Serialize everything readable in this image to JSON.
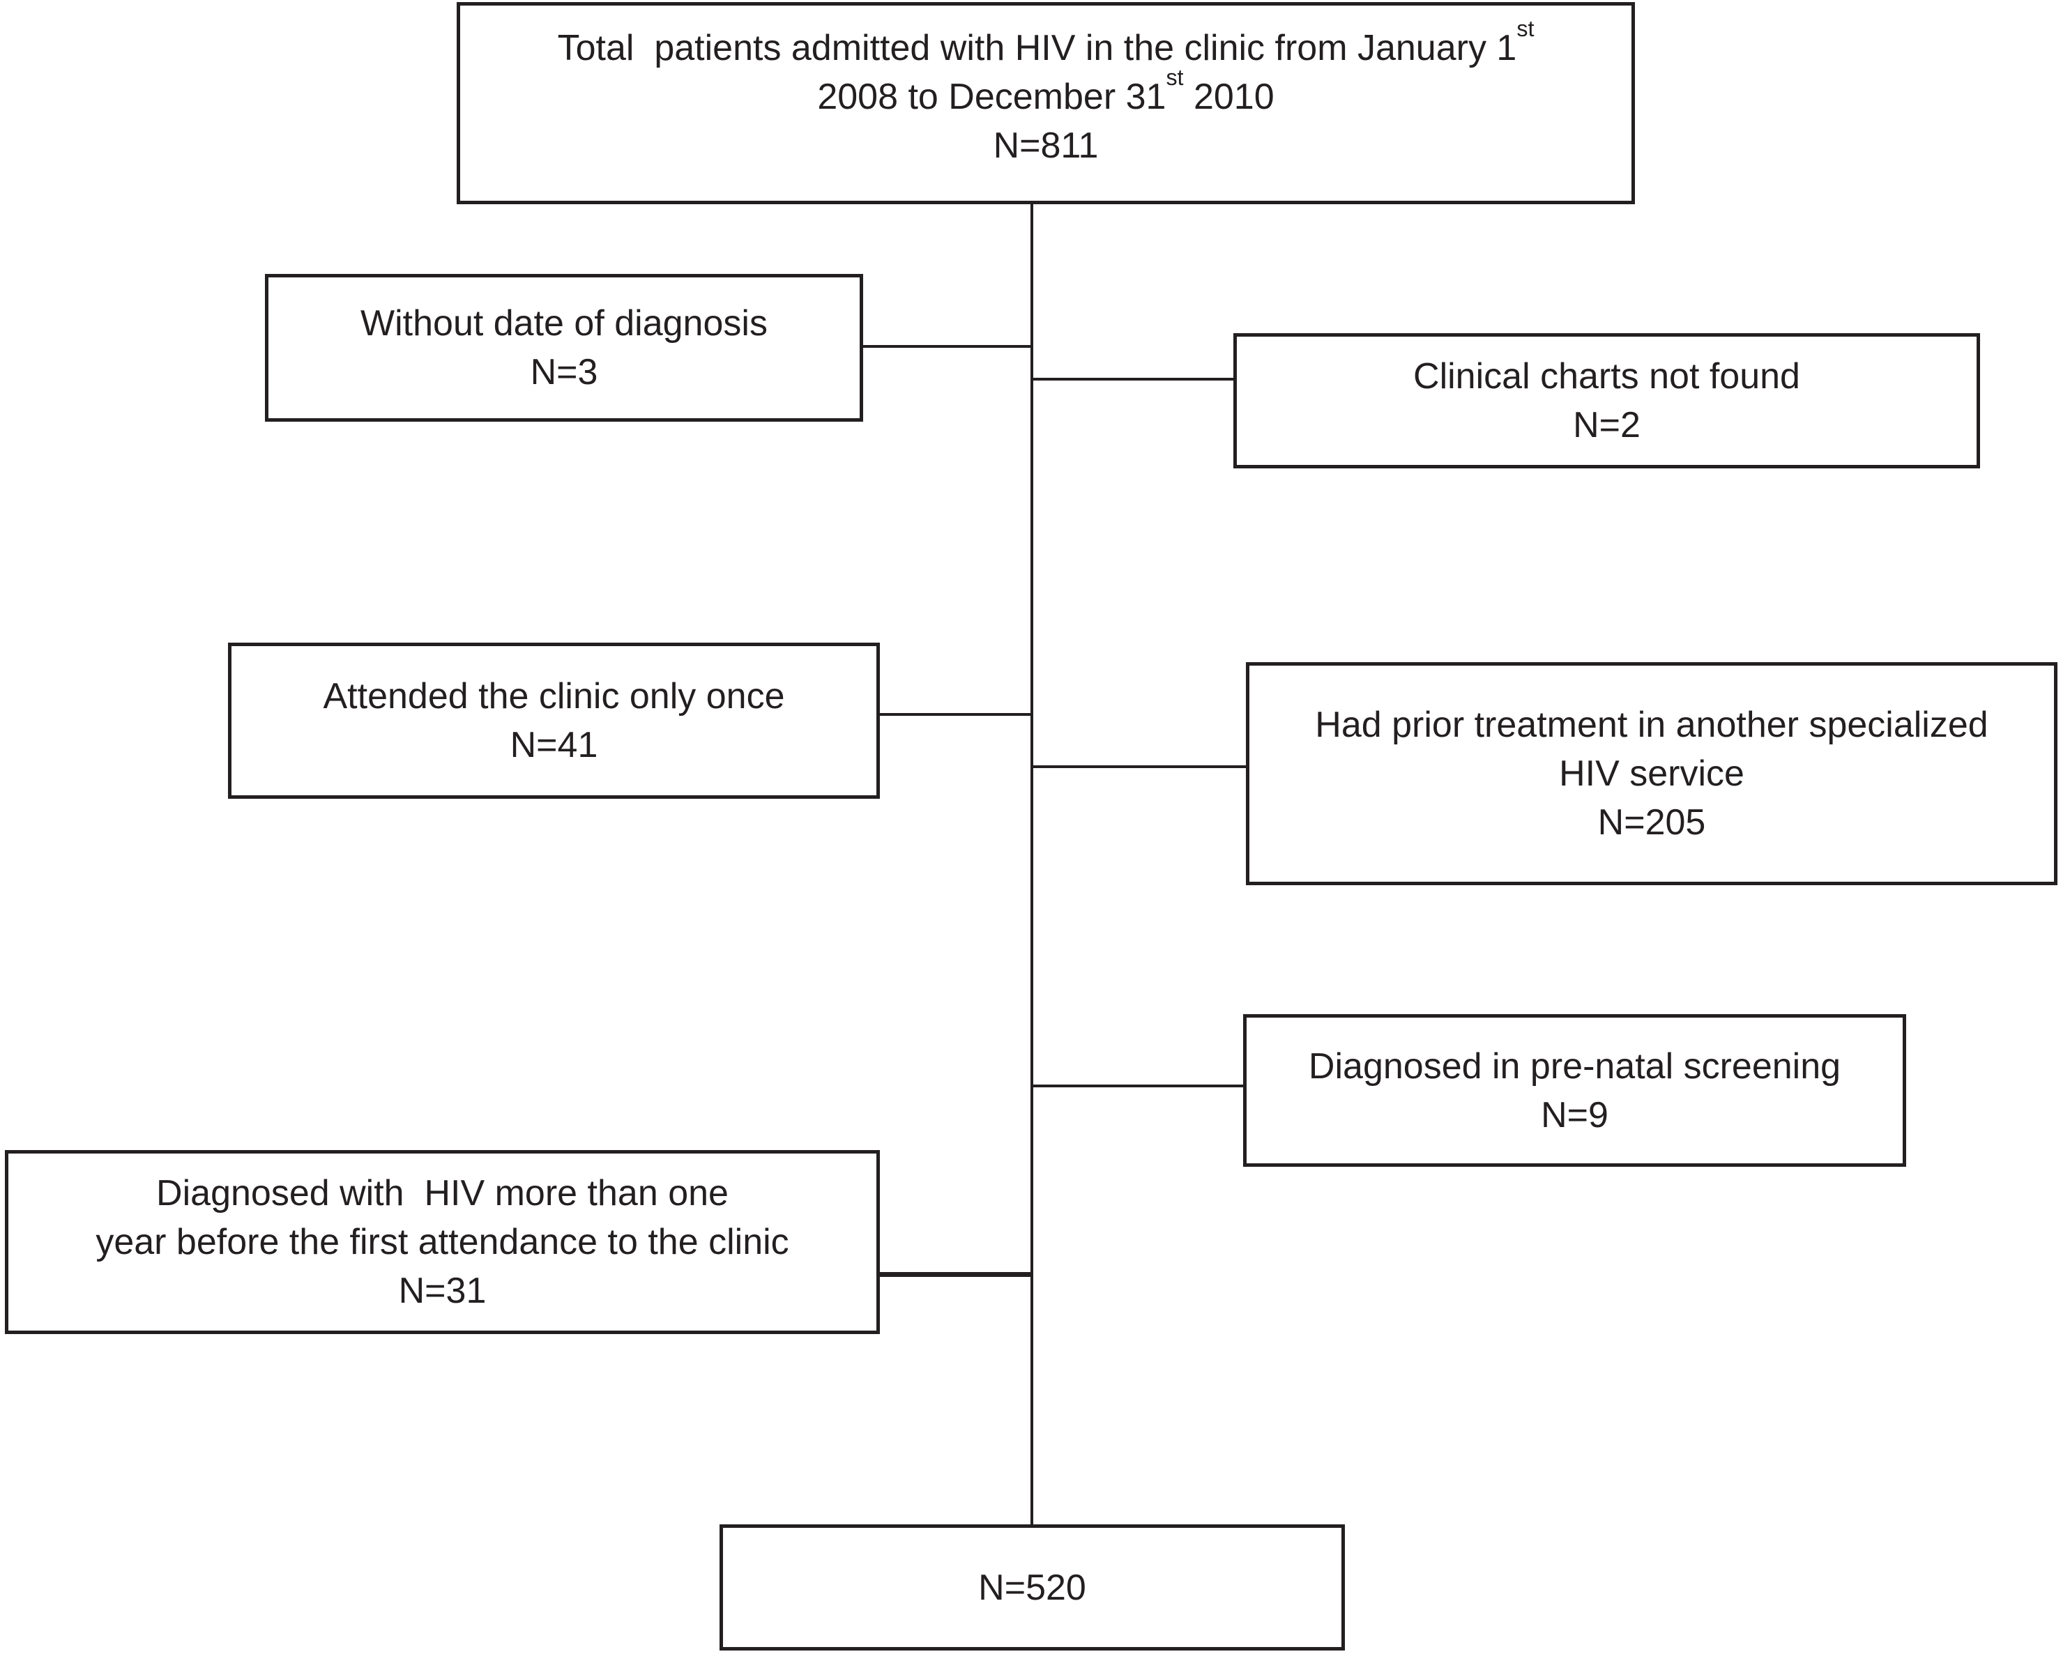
{
  "colors": {
    "line": "#231f20",
    "background": "#ffffff",
    "text": "#231f20"
  },
  "boxes": {
    "total": {
      "line1_pre": "Total  patients admitted with HIV in the clinic from January 1",
      "line1_sup": "st",
      "line2_pre": "2008 to December 31",
      "line2_sup": "st",
      "line2_post": " 2010",
      "count": "N=811"
    },
    "no_date": {
      "line1": "Without date of diagnosis",
      "count": "N=3"
    },
    "charts_not_found": {
      "line1": "Clinical charts not found",
      "count": "N=2"
    },
    "attended_once": {
      "line1": "Attended the clinic only once",
      "count": "N=41"
    },
    "prior_treatment": {
      "line1": "Had prior treatment in another specialized",
      "line2": "HIV service",
      "count": "N=205"
    },
    "prenatal": {
      "line1": "Diagnosed in pre-natal screening",
      "count": "N=9"
    },
    "late_diagnosis": {
      "line1": "Diagnosed with  HIV more than one",
      "line2": "year before the first attendance to the clinic",
      "count": "N=31"
    },
    "final": {
      "count": "N=520"
    }
  }
}
